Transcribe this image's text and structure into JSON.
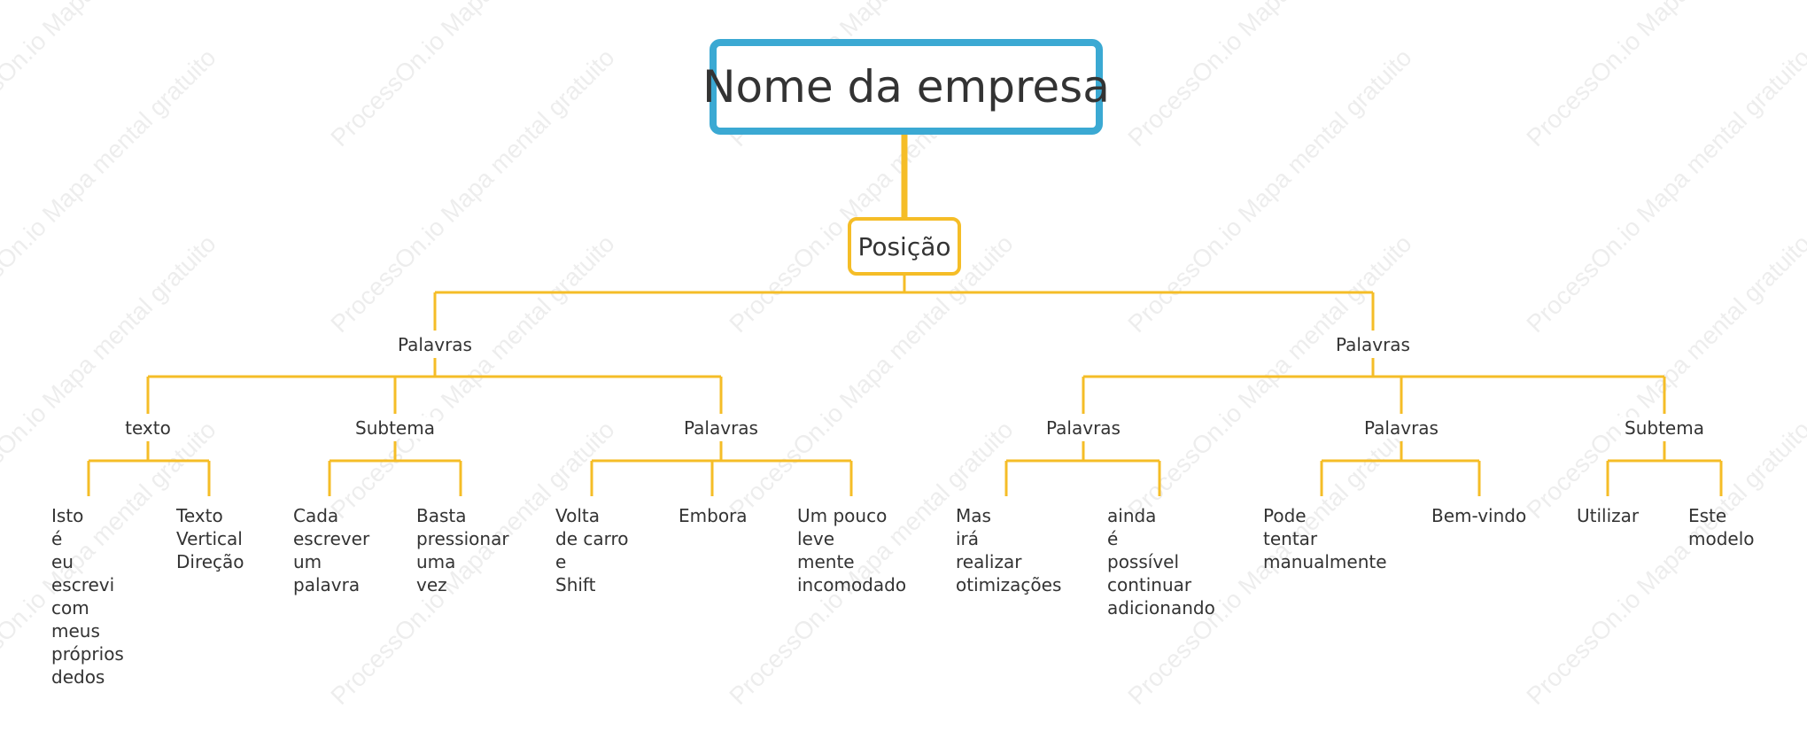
{
  "colors": {
    "root_border": "#3ba9d3",
    "branch": "#f5bd27",
    "text": "#333333"
  },
  "watermark": "ProcessOn.io Mapa mental gratuito",
  "root": {
    "label": "Nome da empresa"
  },
  "position": {
    "label": "Posição"
  },
  "branches": [
    {
      "label": "Palavras",
      "children": [
        {
          "label": "texto",
          "leaves": [
            {
              "lines": [
                "Isto",
                "é",
                "eu",
                "escrevi",
                "com",
                "meus",
                "próprios",
                "dedos"
              ]
            },
            {
              "lines": [
                "Texto",
                "Vertical",
                "Direção"
              ]
            }
          ]
        },
        {
          "label": "Subtema",
          "leaves": [
            {
              "lines": [
                "Cada",
                "escrever",
                "um",
                "palavra"
              ]
            },
            {
              "lines": [
                "Basta",
                "pressionar",
                "uma",
                "vez"
              ]
            }
          ]
        },
        {
          "label": "Palavras",
          "leaves": [
            {
              "lines": [
                "Volta",
                "de carro",
                "e",
                "Shift"
              ]
            },
            {
              "lines": [
                "Embora"
              ]
            },
            {
              "lines": [
                "Um pouco",
                "leve",
                "mente",
                "incomodado"
              ]
            }
          ]
        }
      ]
    },
    {
      "label": "Palavras",
      "children": [
        {
          "label": "Palavras",
          "leaves": [
            {
              "lines": [
                "Mas",
                "irá",
                "realizar",
                "otimizações"
              ]
            },
            {
              "lines": [
                "ainda",
                "é",
                "possível",
                "continuar",
                "adicionando"
              ]
            }
          ]
        },
        {
          "label": "Palavras",
          "leaves": [
            {
              "lines": [
                "Pode",
                "tentar",
                "manualmente"
              ]
            },
            {
              "lines": [
                "Bem-vindo"
              ]
            }
          ]
        },
        {
          "label": "Subtema",
          "leaves": [
            {
              "lines": [
                "Utilizar"
              ]
            },
            {
              "lines": [
                "Este",
                "modelo"
              ]
            }
          ]
        }
      ]
    }
  ]
}
